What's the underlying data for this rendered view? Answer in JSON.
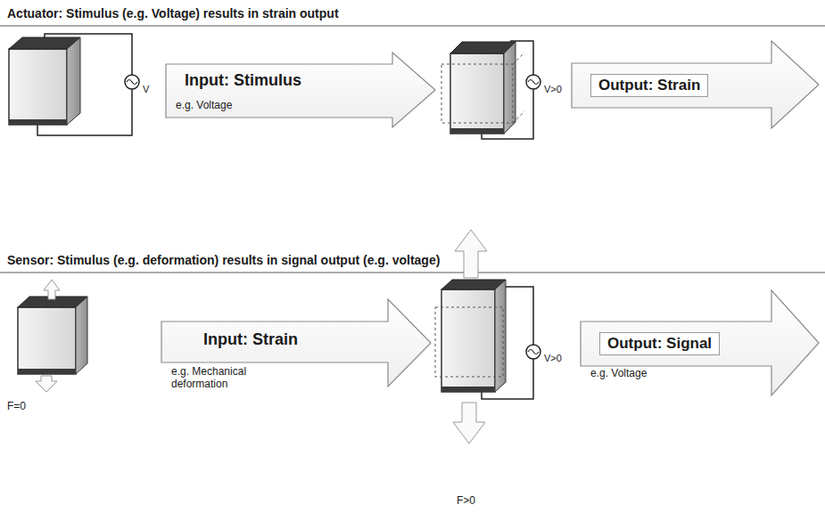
{
  "diagram": {
    "nodes": [
      {
        "text": [
          "Input: Stimulus",
          "e.g. Voltage"
        ]
      },
      {
        "text": [
          "Output: Strain"
        ]
      },
      {
        "text": [
          "Input: Strain",
          "e.g. Mechanical deformation"
        ]
      },
      {
        "text": [
          "Output: Signal",
          "e.g. Voltage"
        ]
      }
    ],
    "labels": [
      "Actuator: Stimulus (e.g. Voltage) results in strain output",
      "V",
      "V>0",
      "Sensor: Stimulus (e.g. deformation) results in signal output (e.g. voltage)",
      "F=0",
      "V>0",
      "F>0"
    ]
  }
}
